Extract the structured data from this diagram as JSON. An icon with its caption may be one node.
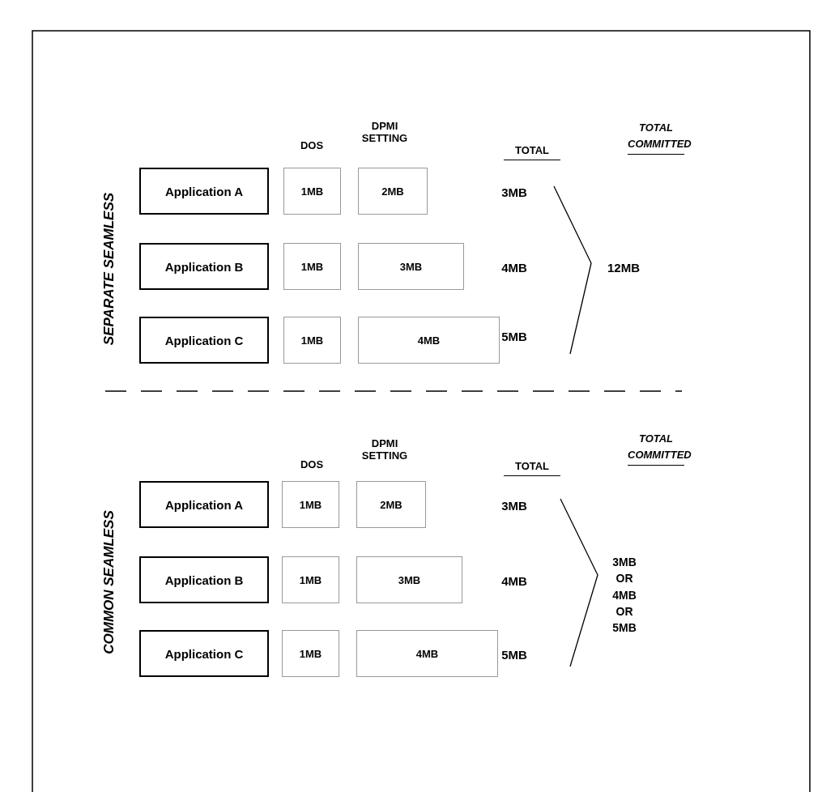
{
  "diagram": {
    "nodes": [
      {
        "text": [
          "Application A"
        ]
      },
      {
        "text": [
          "1MB"
        ]
      },
      {
        "text": [
          "2MB"
        ]
      },
      {
        "text": [
          "Application B"
        ]
      },
      {
        "text": [
          "1MB"
        ]
      },
      {
        "text": [
          "3MB"
        ]
      },
      {
        "text": [
          "Application C"
        ]
      },
      {
        "text": [
          "1MB"
        ]
      },
      {
        "text": [
          "4MB"
        ]
      },
      {
        "text": [
          "Application A"
        ]
      },
      {
        "text": [
          "1MB"
        ]
      },
      {
        "text": [
          "2MB"
        ]
      },
      {
        "text": [
          "Application B"
        ]
      },
      {
        "text": [
          "1MB"
        ]
      },
      {
        "text": [
          "3MB"
        ]
      },
      {
        "text": [
          "Application C"
        ]
      },
      {
        "text": [
          "1MB"
        ]
      },
      {
        "text": [
          "4MB"
        ]
      }
    ],
    "edges": [],
    "labels": [
      "DOS",
      "DPMI SETTING",
      "TOTAL",
      "TOTAL COMMITTED",
      "SEPARATE SEAMLESS",
      "3MB",
      "4MB",
      "12MB",
      "5MB",
      "DOS",
      "DPMI SETTING",
      "TOTAL",
      "TOTAL COMMITTED",
      "COMMON SEAMLESS",
      "3MB",
      "4MB",
      "3MB OR 4MB OR 5MB",
      "5MB"
    ]
  }
}
